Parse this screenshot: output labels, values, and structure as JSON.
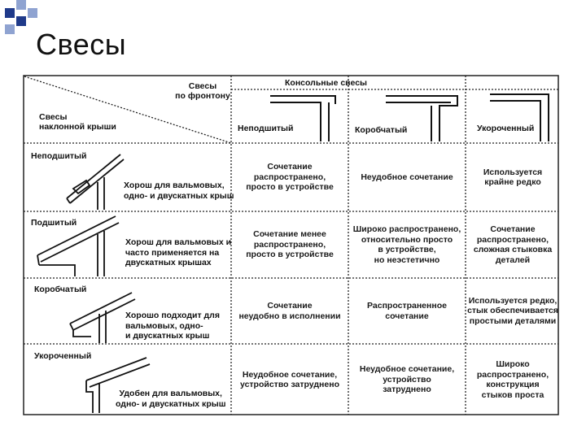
{
  "slide": {
    "title": "Свесы",
    "deco_colors": [
      "#1f3a8a",
      "#8fa3d1"
    ]
  },
  "table": {
    "corner": {
      "top_label": "Свесы\nпо фронтону",
      "bottom_label": "Свесы\nнаклонной крыши"
    },
    "group_header": "Консольные свесы",
    "columns": [
      "Неподшитый",
      "Коробчатый",
      "Укороченный"
    ],
    "rows": [
      {
        "label": "Неподшитый",
        "description": "Хорош для вальмовых,\nодно- и двускатных крыш",
        "cells": [
          "Сочетание\nраспространено,\nпросто в устройстве",
          "Неудобное сочетание",
          "Используется\nкрайне редко"
        ]
      },
      {
        "label": "Подшитый",
        "description": "Хорош для вальмовых и\nчасто применяется на\nдвускатных крышах",
        "cells": [
          "Сочетание менее\nраспространено,\nпросто в устройстве",
          "Широко распространено,\nотносительно просто\nв устройстве,\nно неэстетично",
          "Сочетание\nраспространено,\nсложная стыковка\nдеталей"
        ]
      },
      {
        "label": "Коробчатый",
        "description": "Хорошо подходит для\nвальмовых, одно-\nи двускатных крыш",
        "cells": [
          "Сочетание\nнеудобно в исполнении",
          "Распространенное\nсочетание",
          "Используется редко,\nстык обеспечивается\nпростыми деталями"
        ]
      },
      {
        "label": "Укороченный",
        "description": "Удобен для вальмовых,\nодно- и двускатных крыш",
        "cells": [
          "Неудобное сочетание,\nустройство затруднено",
          "Неудобное сочетание,\nустройство\nзатруднено",
          "Широко\nраспространено,\nконструкция\nстыков проста"
        ]
      }
    ]
  }
}
